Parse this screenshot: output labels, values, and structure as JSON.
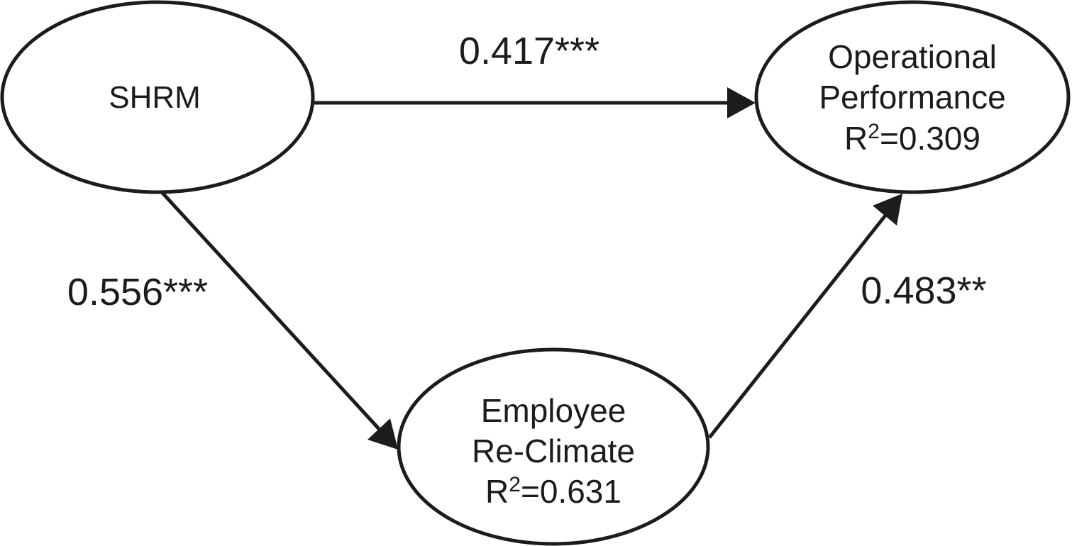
{
  "figure": {
    "type": "path-model-diagram",
    "background_color": "#ffffff",
    "stroke_color": "#1c1c1c",
    "text_color": "#1c1c1c",
    "nodes": {
      "shrm": {
        "label": "SHRM"
      },
      "operational_performance": {
        "line1": "Operational",
        "line2": "Performance",
        "r2_base": "R",
        "r2_sup": "2",
        "r2_rest": "=0.309"
      },
      "employee_re_climate": {
        "line1": "Employee",
        "line2": "Re-Climate",
        "r2_base": "R",
        "r2_sup": "2",
        "r2_rest": "=0.631"
      }
    },
    "edges": {
      "shrm_to_operational": {
        "from": "SHRM",
        "to": "Operational Performance",
        "label": "0.417***"
      },
      "shrm_to_employee": {
        "from": "SHRM",
        "to": "Employee Re-Climate",
        "label": "0.556***"
      },
      "employee_to_operational": {
        "from": "Employee Re-Climate",
        "to": "Operational Performance",
        "label": "0.483**"
      }
    }
  }
}
